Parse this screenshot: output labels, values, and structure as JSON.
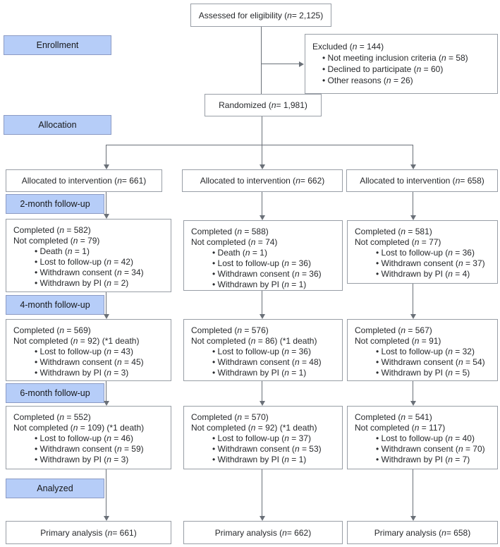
{
  "labels": {
    "enrollment": "Enrollment",
    "allocation": "Allocation",
    "followup2": "2-month follow-up",
    "followup4": "4-month follow-up",
    "followup6": "6-month follow-up",
    "analyzed": "Analyzed"
  },
  "boxes": {
    "assessed": "Assessed for eligibility (n = 2,125)",
    "excluded": {
      "title": "Excluded (n = 144)",
      "bullets": [
        "Not meeting inclusion criteria (n = 58)",
        "Declined to participate (n = 60)",
        "Other reasons (n = 26)"
      ]
    },
    "randomized": "Randomized (n = 1,981)",
    "allocated": [
      "Allocated to intervention (n = 661)",
      "Allocated to intervention (n = 662)",
      "Allocated to intervention (n = 658)"
    ],
    "followup2": [
      {
        "completed": "Completed (n = 582)",
        "not_completed": "Not completed (n = 79)",
        "bullets": [
          "Death (n = 1)",
          "Lost to follow-up (n = 42)",
          "Withdrawn consent (n = 34)",
          "Withdrawn by PI (n = 2)"
        ]
      },
      {
        "completed": "Completed (n = 588)",
        "not_completed": "Not completed (n = 74)",
        "bullets": [
          "Death (n = 1)",
          "Lost to follow-up (n = 36)",
          "Withdrawn consent (n = 36)",
          "Withdrawn by PI (n = 1)"
        ]
      },
      {
        "completed": "Completed (n = 581)",
        "not_completed": "Not completed (n = 77)",
        "bullets": [
          "Lost to follow-up (n = 36)",
          "Withdrawn consent (n = 37)",
          "Withdrawn by PI (n = 4)"
        ]
      }
    ],
    "followup4": [
      {
        "completed": "Completed (n = 569)",
        "not_completed": "Not completed (n = 92) (*1 death)",
        "bullets": [
          "Lost to follow-up (n = 43)",
          "Withdrawn consent (n = 45)",
          "Withdrawn by PI (n = 3)"
        ]
      },
      {
        "completed": "Completed (n = 576)",
        "not_completed": "Not completed (n = 86) (*1 death)",
        "bullets": [
          "Lost to follow-up (n = 36)",
          "Withdrawn consent (n = 48)",
          "Withdrawn by PI (n = 1)"
        ]
      },
      {
        "completed": "Completed (n = 567)",
        "not_completed": "Not completed (n = 91)",
        "bullets": [
          "Lost to follow-up (n = 32)",
          "Withdrawn consent (n = 54)",
          "Withdrawn by PI (n = 5)"
        ]
      }
    ],
    "followup6": [
      {
        "completed": "Completed (n = 552)",
        "not_completed": "Not completed (n = 109) (*1 death)",
        "bullets": [
          "Lost to follow-up (n = 46)",
          "Withdrawn consent (n = 59)",
          "Withdrawn by PI (n = 3)"
        ]
      },
      {
        "completed": "Completed (n = 570)",
        "not_completed": "Not completed (n = 92) (*1 death)",
        "bullets": [
          "Lost to follow-up (n = 37)",
          "Withdrawn consent (n = 53)",
          "Withdrawn by PI (n = 1)"
        ]
      },
      {
        "completed": "Completed (n = 541)",
        "not_completed": "Not completed (n = 117)",
        "bullets": [
          "Lost to follow-up (n = 40)",
          "Withdrawn consent (n = 70)",
          "Withdrawn by PI (n = 7)"
        ]
      }
    ],
    "primary": [
      "Primary analysis (n = 661)",
      "Primary analysis (n = 662)",
      "Primary analysis (n = 658)"
    ]
  },
  "colors": {
    "stage_label_fill": "#b6cdf8",
    "stage_label_border": "#8c9bc4",
    "box_border": "#989ea6",
    "arrow": "#6a7078",
    "text": "#27292c"
  }
}
